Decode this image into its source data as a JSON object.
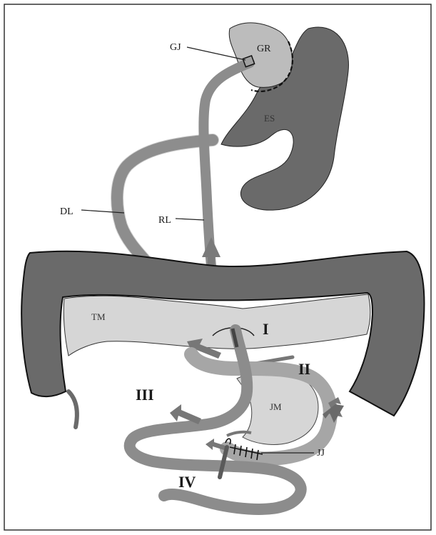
{
  "labels": {
    "gj": "GJ",
    "gr": "GR",
    "es": "ES",
    "dl": "DL",
    "rl": "RL",
    "tm": "TM",
    "jm": "JM",
    "jj": "JJ"
  },
  "regions": {
    "i": "I",
    "ii": "II",
    "iii": "III",
    "iv": "IV"
  },
  "colors": {
    "dark_organ": "#6a6a6a",
    "mid_limb": "#8c8c8c",
    "light_limb": "#a9a9a9",
    "mesentery": "#d6d6d6",
    "outline": "#111111"
  }
}
